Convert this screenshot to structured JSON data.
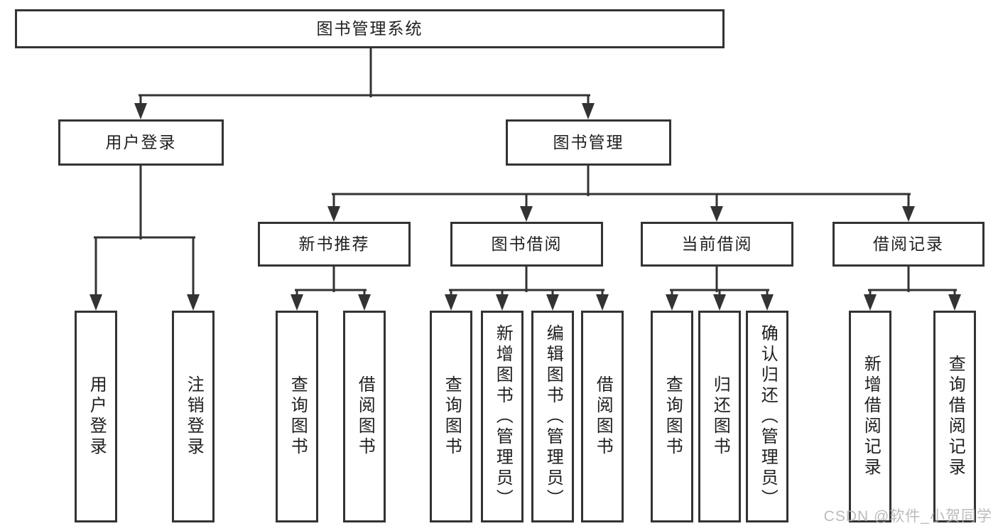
{
  "colors": {
    "line": "#333333",
    "box_border": "#333333",
    "text": "#1f1f1f",
    "background": "#ffffff",
    "watermark": "#b0b0b0"
  },
  "watermark": {
    "text": "CSDN @软件_小贺同学"
  },
  "diagram": {
    "type": "tree",
    "root": {
      "label": "图书管理系统",
      "children": [
        {
          "label": "用户登录",
          "children": [
            {
              "label": "用户登录"
            },
            {
              "label": "注销登录"
            }
          ]
        },
        {
          "label": "图书管理",
          "children": [
            {
              "label": "新书推荐",
              "children": [
                {
                  "label": "查询图书"
                },
                {
                  "label": "借阅图书"
                }
              ]
            },
            {
              "label": "图书借阅",
              "children": [
                {
                  "label": "查询图书"
                },
                {
                  "label": "新增图书（管理员）"
                },
                {
                  "label": "编辑图书（管理员）"
                },
                {
                  "label": "借阅图书"
                }
              ]
            },
            {
              "label": "当前借阅",
              "children": [
                {
                  "label": "查询图书"
                },
                {
                  "label": "归还图书"
                },
                {
                  "label": "确认归还（管理员）"
                }
              ]
            },
            {
              "label": "借阅记录",
              "children": [
                {
                  "label": "新增借阅记录"
                },
                {
                  "label": "查询借阅记录"
                }
              ]
            }
          ]
        }
      ]
    }
  }
}
